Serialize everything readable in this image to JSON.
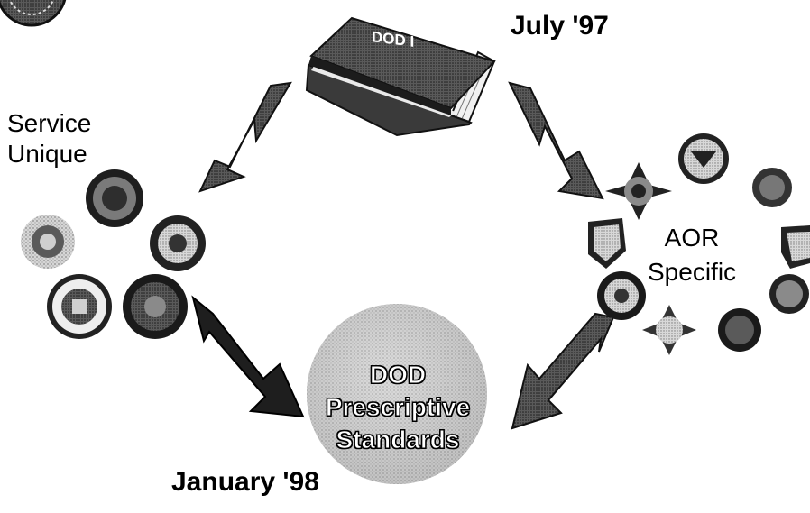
{
  "book": {
    "title": "DOD I"
  },
  "dates": {
    "top": "July '97",
    "bottom": "January '98"
  },
  "groups": {
    "service_line1": "Service",
    "service_line2": "Unique",
    "aor_line1": "AOR",
    "aor_line2": "Specific"
  },
  "result": {
    "line1": "DOD",
    "line2": "Prescriptive",
    "line3": "Standards"
  },
  "colors": {
    "book": "#2a2a2a",
    "arrow": "#1e1e1e",
    "circle": "#cfcfcf",
    "seal_dark": "#262626",
    "seal_mid": "#6e6e6e",
    "seal_light": "#bdbdbd"
  },
  "icons": [
    "partial-seal-icon",
    "book-icon",
    "service-seal-icon",
    "aor-seal-icon",
    "arrow-icon"
  ]
}
